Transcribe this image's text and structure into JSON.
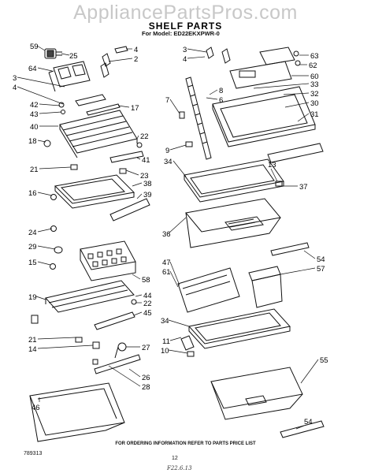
{
  "watermark": "AppliancePartsPros.com",
  "header": {
    "title": "SHELF PARTS",
    "model_line": "For Model: ED22EKXPWR-0"
  },
  "footer": {
    "ordering_note": "FOR ORDERING INFORMATION REFER TO PARTS PRICE LIST",
    "reference_number": "789313",
    "page_number": "12",
    "handwritten_note": "F22.6.13"
  },
  "callouts": {
    "c59": "59",
    "c25": "25",
    "c64": "64",
    "c3a": "3",
    "c4a": "4",
    "c42": "42",
    "c43": "43",
    "c40": "40",
    "c18": "18",
    "c21a": "21",
    "c16": "16",
    "c24": "24",
    "c29": "29",
    "c15": "15",
    "c19": "19",
    "c21b": "21",
    "c14": "14",
    "c46": "46",
    "c4b": "4",
    "c2": "2",
    "c17": "17",
    "c22a": "22",
    "c41": "41",
    "c23": "23",
    "c38": "38",
    "c39": "39",
    "c58": "58",
    "c44": "44",
    "c22b": "22",
    "c45": "45",
    "c27": "27",
    "c26": "26",
    "c28": "28",
    "c3b": "3",
    "c4c": "4",
    "c7": "7",
    "c9": "9",
    "c34a": "34",
    "c36": "36",
    "c47": "47",
    "c61": "61",
    "c34b": "34",
    "c11": "11",
    "c10": "10",
    "c63": "63",
    "c62": "62",
    "c60": "60",
    "c33": "33",
    "c8": "8",
    "c6": "6",
    "c32": "32",
    "c30": "30",
    "c31": "31",
    "c13": "13",
    "c37": "37",
    "c54a": "54",
    "c57": "57",
    "c55": "55",
    "c54b": "54"
  }
}
